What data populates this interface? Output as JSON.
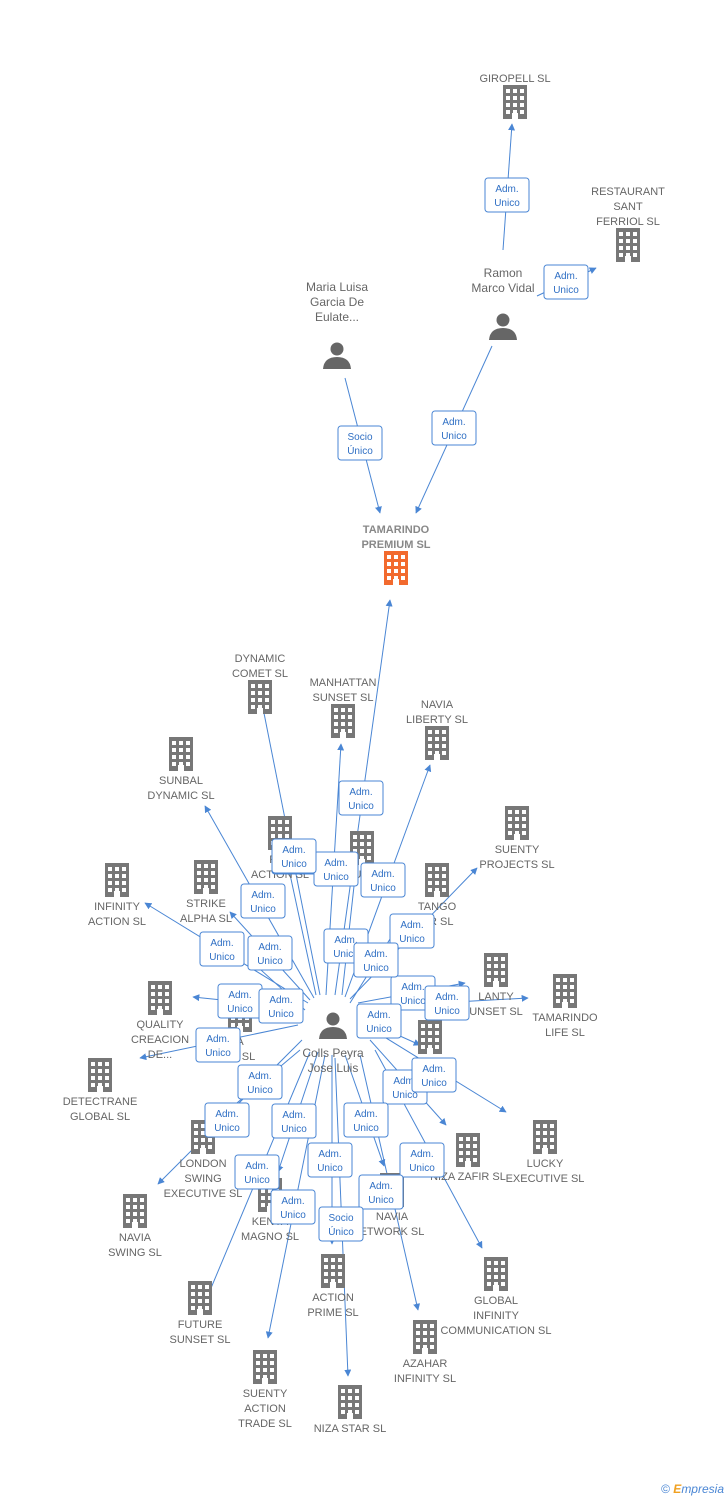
{
  "colors": {
    "edge": "#4a86d4",
    "building": "#777777",
    "building_main": "#f26a2e",
    "person": "#666666",
    "label": "#666666"
  },
  "footer": {
    "copyright_symbol": "©",
    "brand_first": "E",
    "brand_rest": "mpresia"
  },
  "nodes": [
    {
      "id": "giropell",
      "type": "company",
      "lines": [
        "GIROPELL SL"
      ]
    },
    {
      "id": "restaurant",
      "type": "company",
      "lines": [
        "RESTAURANT",
        "SANT",
        "FERRIOL SL"
      ]
    },
    {
      "id": "ramon",
      "type": "person",
      "lines": [
        "Ramon",
        "Marco Vidal"
      ]
    },
    {
      "id": "maria",
      "type": "person",
      "lines": [
        "Maria Luisa",
        "Garcia De",
        "Eulate..."
      ]
    },
    {
      "id": "tamarindo",
      "type": "main",
      "lines": [
        "TAMARINDO",
        "PREMIUM  SL"
      ]
    },
    {
      "id": "colls",
      "type": "person",
      "lines": [
        "Colls Peyra",
        "Jose Luis"
      ]
    },
    {
      "id": "dynamic",
      "type": "company",
      "lines": [
        "DYNAMIC",
        "COMET SL"
      ]
    },
    {
      "id": "manhattan",
      "type": "company",
      "lines": [
        "MANHATTAN",
        "SUNSET SL"
      ]
    },
    {
      "id": "navialib",
      "type": "company",
      "lines": [
        "NAVIA",
        "LIBERTY SL"
      ]
    },
    {
      "id": "sunbal",
      "type": "company",
      "lines": [
        "SUNBAL",
        "DYNAMIC SL"
      ]
    },
    {
      "id": "suenty_p",
      "type": "company",
      "lines": [
        "SUENTY",
        "PROJECTS SL"
      ]
    },
    {
      "id": "factory",
      "type": "company",
      "lines": [
        "FAC",
        "ACTION SL"
      ]
    },
    {
      "id": "lucky_c",
      "type": "company",
      "lines": [
        "LUCK"
      ]
    },
    {
      "id": "infinity",
      "type": "company",
      "lines": [
        "INFINITY",
        "ACTION SL"
      ]
    },
    {
      "id": "strike",
      "type": "company",
      "lines": [
        "STRIKE",
        "ALPHA SL"
      ]
    },
    {
      "id": "tango",
      "type": "company",
      "lines": [
        "TANGO",
        "OR SL"
      ]
    },
    {
      "id": "lanty",
      "type": "company",
      "lines": [
        "LANTY",
        "UNSET SL"
      ]
    },
    {
      "id": "tam_life",
      "type": "company",
      "lines": [
        "TAMARINDO",
        "LIFE SL"
      ]
    },
    {
      "id": "quality",
      "type": "company",
      "lines": [
        "QUALITY",
        "CREACION",
        "DE..."
      ]
    },
    {
      "id": "tyl",
      "type": "company",
      "lines": [
        "A",
        "TY SL"
      ]
    },
    {
      "id": "s_mid",
      "type": "company",
      "lines": [
        "S"
      ]
    },
    {
      "id": "detectrane",
      "type": "company",
      "lines": [
        "DETECTRANE",
        "GLOBAL  SL"
      ]
    },
    {
      "id": "london",
      "type": "company",
      "lines": [
        "LONDON",
        "SWING",
        "EXECUTIVE SL"
      ]
    },
    {
      "id": "niza_z",
      "type": "company",
      "lines": [
        "NIZA ZAFIR SL"
      ]
    },
    {
      "id": "lucky_e",
      "type": "company",
      "lines": [
        "LUCKY",
        "EXECUTIVE SL"
      ]
    },
    {
      "id": "navia_s",
      "type": "company",
      "lines": [
        "NAVIA",
        "SWING SL"
      ]
    },
    {
      "id": "kenya",
      "type": "company",
      "lines": [
        "KENYA",
        "MAGNO SL"
      ]
    },
    {
      "id": "navia_n",
      "type": "company",
      "lines": [
        "NAVIA",
        "ETWORK SL"
      ]
    },
    {
      "id": "action_p",
      "type": "company",
      "lines": [
        "ACTION",
        "PRIME SL"
      ]
    },
    {
      "id": "global_i",
      "type": "company",
      "lines": [
        "GLOBAL",
        "INFINITY",
        "COMMUNICATION SL"
      ]
    },
    {
      "id": "future",
      "type": "company",
      "lines": [
        "FUTURE",
        "SUNSET SL"
      ]
    },
    {
      "id": "azahar",
      "type": "company",
      "lines": [
        "AZAHAR",
        "INFINITY SL"
      ]
    },
    {
      "id": "suenty_a",
      "type": "company",
      "lines": [
        "SUENTY",
        "ACTION",
        "TRADE SL"
      ]
    },
    {
      "id": "niza_star",
      "type": "company",
      "lines": [
        "NIZA STAR SL"
      ]
    }
  ],
  "edges": [
    {
      "from": "ramon",
      "to": "giropell",
      "label": [
        "Adm.",
        "Unico"
      ]
    },
    {
      "from": "ramon",
      "to": "restaurant",
      "label": [
        "Adm.",
        "Unico"
      ]
    },
    {
      "from": "maria",
      "to": "tamarindo",
      "label": [
        "Socio",
        "Único"
      ]
    },
    {
      "from": "ramon",
      "to": "tamarindo",
      "label": [
        "Adm.",
        "Unico"
      ]
    },
    {
      "from": "colls",
      "to": "tamarindo",
      "label": [
        "Adm.",
        "Unico"
      ]
    },
    {
      "from": "colls",
      "to": "dynamic",
      "label": [
        "Adm.",
        "Unico"
      ]
    },
    {
      "from": "colls",
      "to": "manhattan",
      "label": [
        "Adm.",
        "Unico"
      ]
    },
    {
      "from": "colls",
      "to": "navialib",
      "label": [
        "Adm.",
        "Unico"
      ]
    },
    {
      "from": "colls",
      "to": "sunbal",
      "label": [
        "Adm.",
        "Unico"
      ]
    },
    {
      "from": "colls",
      "to": "suenty_p",
      "label": [
        "Adm.",
        "Unico"
      ]
    },
    {
      "from": "colls",
      "to": "infinity",
      "label": [
        "Adm.",
        "Unico"
      ]
    },
    {
      "from": "colls",
      "to": "strike",
      "label": [
        "Adm.",
        "Unico"
      ]
    },
    {
      "from": "colls",
      "to": "lanty",
      "label": [
        "Adm.",
        "Unico"
      ]
    },
    {
      "from": "colls",
      "to": "tam_life",
      "label": [
        "Adm.",
        "Unico"
      ]
    },
    {
      "from": "colls",
      "to": "quality",
      "label": [
        "Adm.",
        "Unico"
      ]
    },
    {
      "from": "colls",
      "to": "detectrane",
      "label": [
        "Adm.",
        "Unico"
      ]
    },
    {
      "from": "colls",
      "to": "london",
      "label": [
        "Adm.",
        "Unico"
      ]
    },
    {
      "from": "colls",
      "to": "niza_z",
      "label": [
        "Adm.",
        "Unico"
      ]
    },
    {
      "from": "colls",
      "to": "lucky_e",
      "label": [
        "Adm.",
        "Unico"
      ]
    },
    {
      "from": "colls",
      "to": "navia_s",
      "label": [
        "Adm.",
        "Unico"
      ]
    },
    {
      "from": "colls",
      "to": "kenya",
      "label": [
        "Adm.",
        "Unico"
      ]
    },
    {
      "from": "colls",
      "to": "navia_n",
      "label": [
        "Adm.",
        "Unico"
      ]
    },
    {
      "from": "colls",
      "to": "action_p",
      "label": [
        "Adm.",
        "Unico"
      ]
    },
    {
      "from": "colls",
      "to": "global_i",
      "label": [
        "Adm.",
        "Unico"
      ]
    },
    {
      "from": "colls",
      "to": "future",
      "label": [
        "Adm.",
        "Unico"
      ]
    },
    {
      "from": "colls",
      "to": "azahar",
      "label": [
        "Adm.",
        "Unico"
      ]
    },
    {
      "from": "colls",
      "to": "suenty_a",
      "label": [
        "Adm.",
        "Unico"
      ]
    },
    {
      "from": "colls",
      "to": "niza_star",
      "label": [
        "Socio",
        "Único"
      ]
    },
    {
      "from": "colls",
      "to": "factory",
      "label": [
        "Adm.",
        "Unico"
      ]
    },
    {
      "from": "colls",
      "to": "lucky_c",
      "label": [
        "Adm.",
        "Unico"
      ]
    },
    {
      "from": "colls",
      "to": "tango",
      "label": [
        "Adm.",
        "Unico"
      ]
    },
    {
      "from": "colls",
      "to": "tyl",
      "label": [
        "Adm.",
        "Unico"
      ]
    },
    {
      "from": "colls",
      "to": "s_mid",
      "label": [
        "Adm.",
        "Unico"
      ]
    }
  ]
}
